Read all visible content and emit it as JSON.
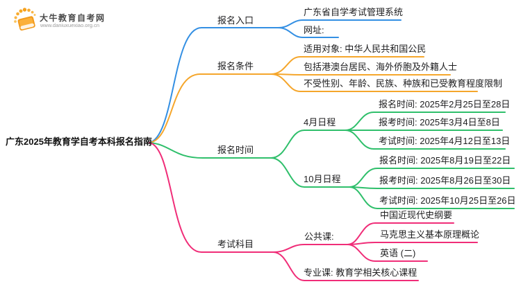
{
  "page": {
    "background": "#ffffff"
  },
  "logo": {
    "title": "大牛教育自考网",
    "url": "www.daniuxuexiao.org.cn",
    "icon": "book-icon",
    "accent": "#F5A01E"
  },
  "root": {
    "label": "广东2025年教育学自考本科报名指南"
  },
  "branches": [
    {
      "id": "entry",
      "label": "报名入口",
      "color": "#338FE3",
      "children": [
        {
          "label": "广东省自学考试管理系统"
        },
        {
          "label": "网址:"
        }
      ]
    },
    {
      "id": "condition",
      "label": "报名条件",
      "color": "#F5A62B",
      "children": [
        {
          "label": "适用对象: 中华人民共和国公民"
        },
        {
          "label": "包括港澳台居民、海外侨胞及外籍人士"
        },
        {
          "label": "不受性别、年龄、民族、种族和已受教育程度限制"
        }
      ]
    },
    {
      "id": "time",
      "label": "报名时间",
      "color": "#2FBF6B",
      "children": [
        {
          "label": "4月日程",
          "children": [
            {
              "label": "报名时间: 2025年2月25日至28日"
            },
            {
              "label": "报考时间: 2025年3月4日至8日"
            },
            {
              "label": "考试时间: 2025年4月12日至13日"
            }
          ]
        },
        {
          "label": "10月日程",
          "children": [
            {
              "label": "报名时间: 2025年8月19日至22日"
            },
            {
              "label": "报考时间: 2025年8月26日至30日"
            },
            {
              "label": "考试时间: 2025年10月25日至26日"
            }
          ]
        }
      ]
    },
    {
      "id": "subject",
      "label": "考试科目",
      "color": "#F02D78",
      "children": [
        {
          "label": "公共课:",
          "children": [
            {
              "label": "中国近现代史纲要"
            },
            {
              "label": "马克思主义基本原理概论"
            },
            {
              "label": "英语 (二)"
            }
          ]
        },
        {
          "label": "专业课: 教育学相关核心课程"
        }
      ]
    }
  ]
}
